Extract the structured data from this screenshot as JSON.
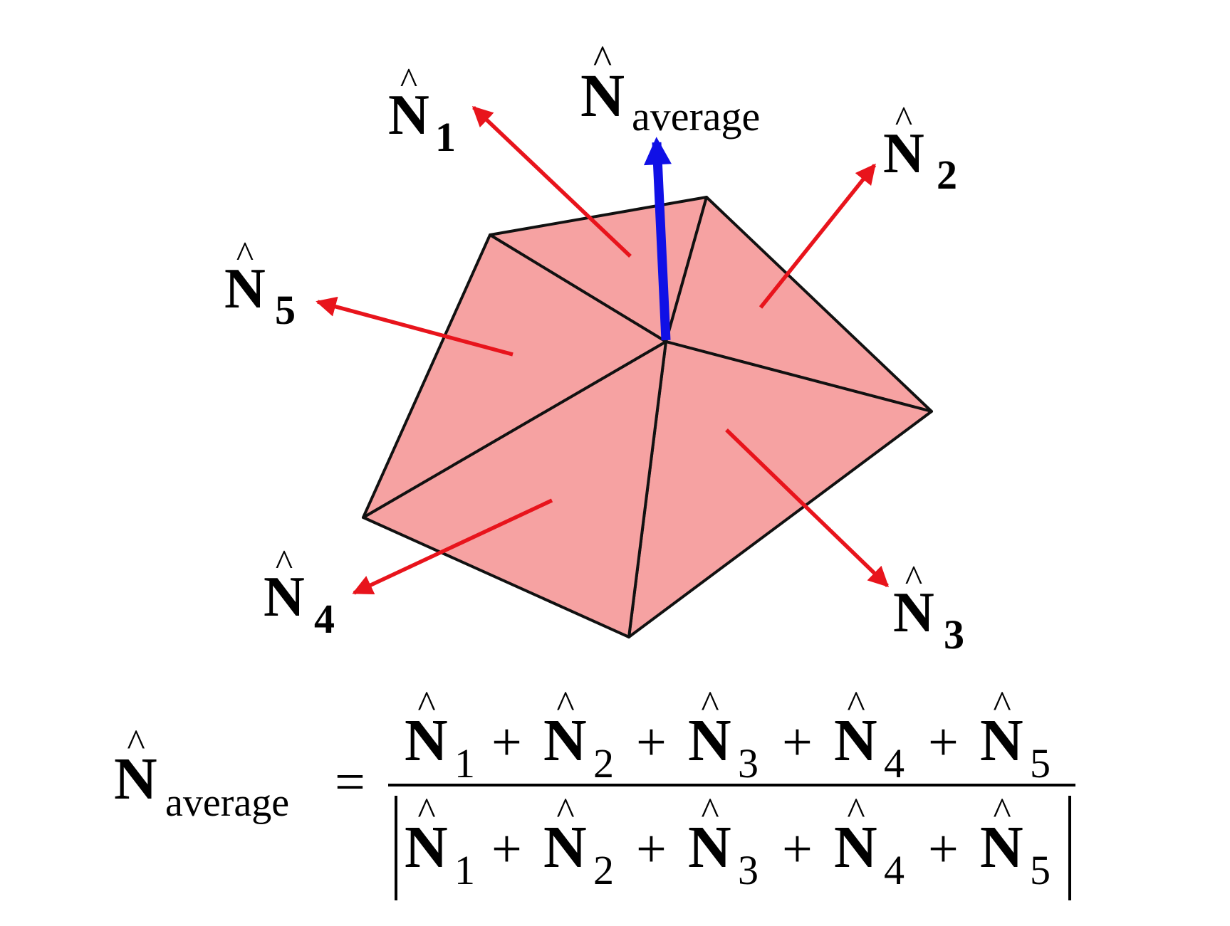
{
  "colors": {
    "face_fill": "#f6a2a2",
    "edge": "#111111",
    "normal_arrow": "#e8141c",
    "average_arrow": "#1010e6",
    "text": "#000000"
  },
  "diagram": {
    "average_label": {
      "symbol": "N",
      "subscript": "average"
    },
    "normal_labels": [
      {
        "symbol": "N",
        "subscript": "1"
      },
      {
        "symbol": "N",
        "subscript": "2"
      },
      {
        "symbol": "N",
        "subscript": "3"
      },
      {
        "symbol": "N",
        "subscript": "4"
      },
      {
        "symbol": "N",
        "subscript": "5"
      }
    ]
  },
  "formula": {
    "lhs": {
      "symbol": "N",
      "subscript": "average"
    },
    "equals": "=",
    "plus": "+",
    "numerator_terms": [
      {
        "symbol": "N",
        "subscript": "1"
      },
      {
        "symbol": "N",
        "subscript": "2"
      },
      {
        "symbol": "N",
        "subscript": "3"
      },
      {
        "symbol": "N",
        "subscript": "4"
      },
      {
        "symbol": "N",
        "subscript": "5"
      }
    ],
    "denominator_terms": [
      {
        "symbol": "N",
        "subscript": "1"
      },
      {
        "symbol": "N",
        "subscript": "2"
      },
      {
        "symbol": "N",
        "subscript": "3"
      },
      {
        "symbol": "N",
        "subscript": "4"
      },
      {
        "symbol": "N",
        "subscript": "5"
      }
    ]
  }
}
